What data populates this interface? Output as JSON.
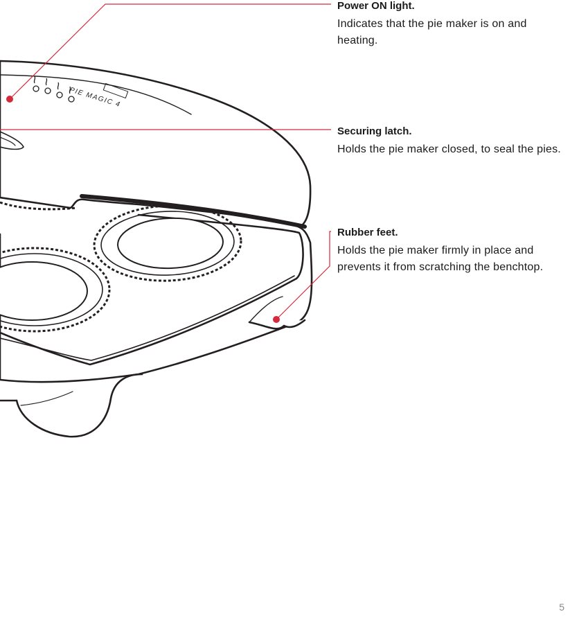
{
  "callouts": [
    {
      "title": "Power ON light.",
      "description": "Indicates that the pie maker is on and heating."
    },
    {
      "title": "Securing latch.",
      "description": "Holds the pie maker closed, to seal the pies."
    },
    {
      "title": "Rubber feet.",
      "description": "Holds the pie maker firmly in place and prevents it from scratching the benchtop."
    }
  ],
  "lid_branding": "PIE MAGIC 4",
  "page_number": "5",
  "colors": {
    "callout_line": "#d32a3c",
    "outline": "#231f20"
  }
}
